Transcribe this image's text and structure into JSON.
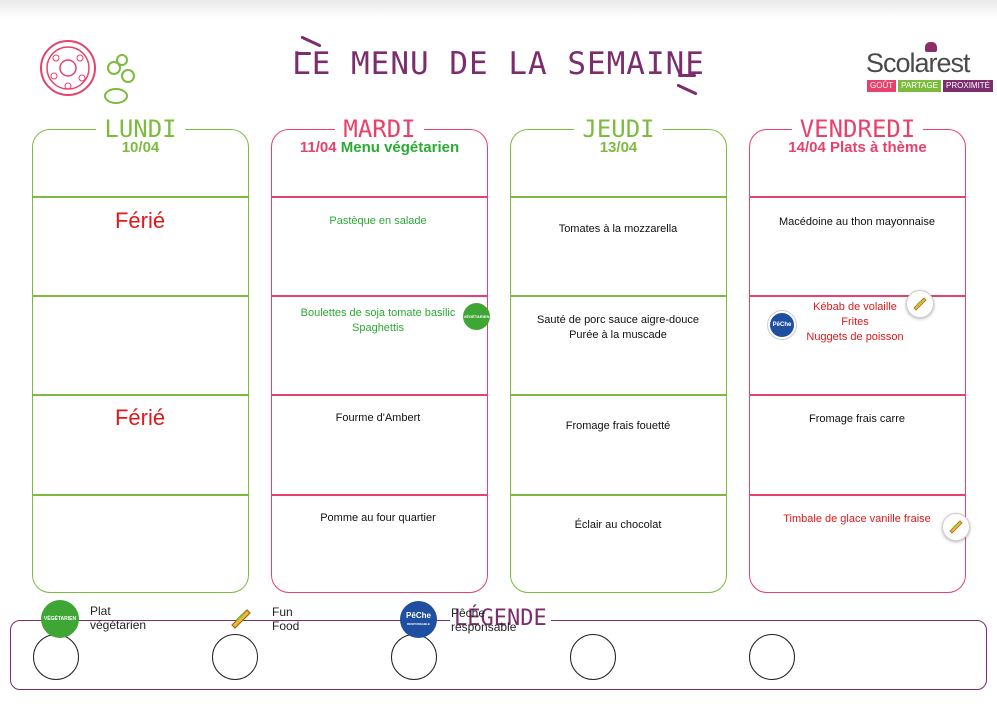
{
  "title": "LE MENU DE LA SEMAINE",
  "brand": {
    "name": "Scolarest",
    "tags": [
      "GOÛT",
      "PARTAGE",
      "PROXIMITÉ"
    ]
  },
  "colors": {
    "green": "#7dbb3f",
    "pink": "#e8416b",
    "purple": "#7b2d6e",
    "red": "#e01919",
    "veg_text": "#2bab34"
  },
  "days": [
    {
      "name": "LUNDI",
      "date": "10/04",
      "note": "",
      "items": [
        "Férié",
        "",
        "Férié",
        ""
      ]
    },
    {
      "name": "MARDI",
      "date": "11/04",
      "note": "Menu végétarien",
      "items": [
        "Pastèque en salade",
        "Boulettes de soja tomate basilic\nSpaghettis",
        "Fourme d'Ambert",
        "Pomme au four quartier"
      ]
    },
    {
      "name": "JEUDI",
      "date": "13/04",
      "note": "",
      "items": [
        "Tomates à la mozzarella",
        "Sauté de porc sauce aigre-douce\nPurée à la muscade",
        "Fromage frais fouetté",
        "Éclair au chocolat"
      ]
    },
    {
      "name": "VENDREDI",
      "date": "14/04",
      "note": "Plats à thème",
      "items": [
        "Macédoine au thon mayonnaise",
        "Kébab de volaille\nFrites\nNuggets de poisson",
        "Fromage frais carre",
        "Timbale de glace vanille fraise"
      ]
    }
  ],
  "badges": {
    "veg": "VÉGÉTARIEN",
    "fish": "PêChe",
    "fish_sub": "RESPONSABLE"
  },
  "legend": {
    "title": "LÉGENDE",
    "items": [
      {
        "label": "Plat\nvégétarien",
        "icon": "vegetarian-icon"
      },
      {
        "label": "Fun\nFood",
        "icon": "wrap-icon"
      },
      {
        "label": "Pêche\nresponsable",
        "icon": "fish-icon"
      }
    ]
  }
}
